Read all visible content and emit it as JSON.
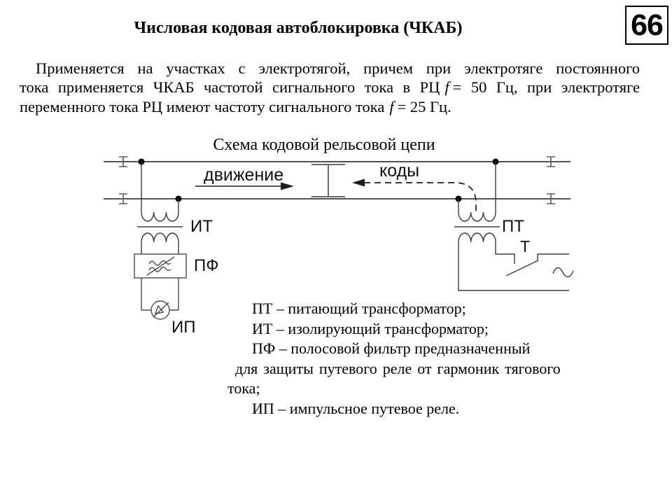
{
  "page_number": "66",
  "title": "Числовая кодовая автоблокировка (ЧКАБ)",
  "paragraph": {
    "line1": "Применяется на участках с электротягой, причем при электротяге постоянного",
    "line2a": "тока применяется ЧКАБ частотой сигнального тока в РЦ",
    "line2f": "f",
    "line2b": "= 50 Гц, при электротяге",
    "line3a": "переменного тока РЦ имеют частоту сигнального тока",
    "line3f": "f",
    "line3b": "= 25 Гц."
  },
  "diagram": {
    "caption": "Схема кодовой рельсовой цепи",
    "movement_label": "движение",
    "codes_label": "коды",
    "it_label": "ИТ",
    "pt_label": "ПТ",
    "pf_label": "ПФ",
    "ip_label": "ИП",
    "t_label": "Т"
  },
  "legend": {
    "lines": [
      "ПТ – питающий трансформатор;",
      "ИТ – изолирующий трансформатор;",
      "ПФ – полосовой фильтр предназначенный",
      "для защиты путевого реле от гармоник тягового",
      "тока;",
      "ИП – импульсное путевое реле."
    ]
  }
}
